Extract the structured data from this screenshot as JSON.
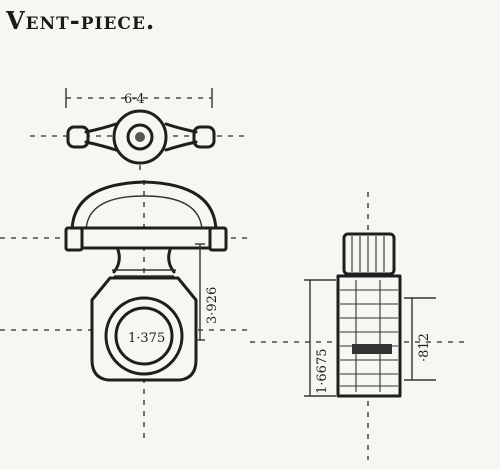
{
  "title": "Vent-piece.",
  "dimensions": {
    "top_width": "6·4",
    "right_height": "3·926",
    "inner_number": "1·375",
    "side_height": "1·6675",
    "side_width": "·812"
  }
}
